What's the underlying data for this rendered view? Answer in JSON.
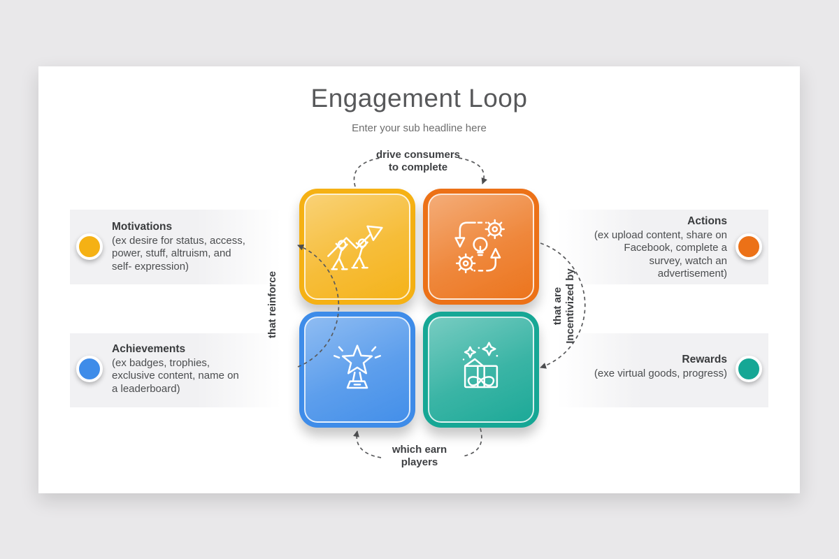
{
  "title": "Engagement Loop",
  "subtitle": "Enter your sub headline here",
  "colors": {
    "yellow": "#F5B114",
    "orange": "#EC7117",
    "blue": "#3E8CE9",
    "teal": "#16A795",
    "band": "#F1F1F3",
    "pageBg": "#E9E8EA",
    "arrow": "#58595B"
  },
  "flow": {
    "top": {
      "lines": [
        "drive consumers",
        "to complete"
      ]
    },
    "right": {
      "lines": [
        "that are",
        "Incentivized by"
      ]
    },
    "bottom": {
      "lines": [
        "which earn",
        "players"
      ]
    },
    "left": {
      "lines": [
        "that reinforce"
      ]
    }
  },
  "cards": {
    "motivations": {
      "title": "Motivations",
      "lines": [
        "(ex desire for status, access,",
        "power, stuff, altruism, and",
        "self- expression)"
      ],
      "icon": "people-carrying-growth-arrow-icon",
      "color": "#F5B114"
    },
    "actions": {
      "title": "Actions",
      "lines": [
        "(ex upload content, share on",
        "Facebook, complete a",
        "survey, watch an",
        "advertisement)"
      ],
      "icon": "gears-lightbulb-process-icon",
      "color": "#EC7117"
    },
    "achievements": {
      "title": "Achievements",
      "lines": [
        "(ex badges, trophies,",
        "exclusive content, name on",
        "a leaderboard)"
      ],
      "icon": "star-trophy-icon",
      "color": "#3E8CE9"
    },
    "rewards": {
      "title": "Rewards",
      "lines": [
        "(exe virtual goods, progress)"
      ],
      "icon": "gift-box-stars-icon",
      "color": "#16A795"
    }
  }
}
